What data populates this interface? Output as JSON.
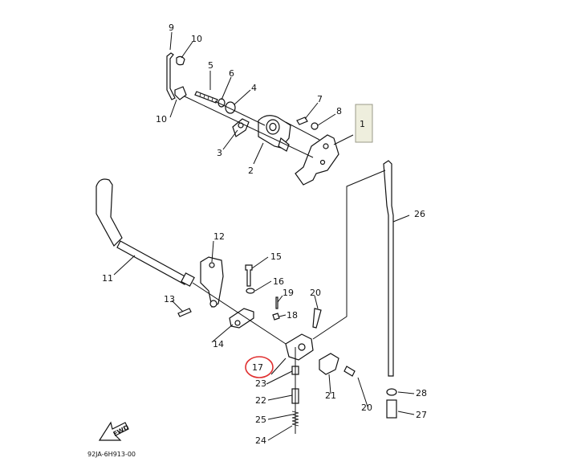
{
  "diagram": {
    "part_labels": [
      "1",
      "2",
      "3",
      "4",
      "5",
      "6",
      "7",
      "8",
      "9",
      "10",
      "10",
      "11",
      "12",
      "13",
      "14",
      "15",
      "16",
      "17",
      "18",
      "19",
      "20",
      "20",
      "21",
      "22",
      "23",
      "24",
      "25",
      "26",
      "27",
      "28"
    ],
    "drawing_code": "92JA-6H913-00",
    "fwd_label": "FWD",
    "highlight_color": "#e03030",
    "box_color": "#eeeedd"
  }
}
